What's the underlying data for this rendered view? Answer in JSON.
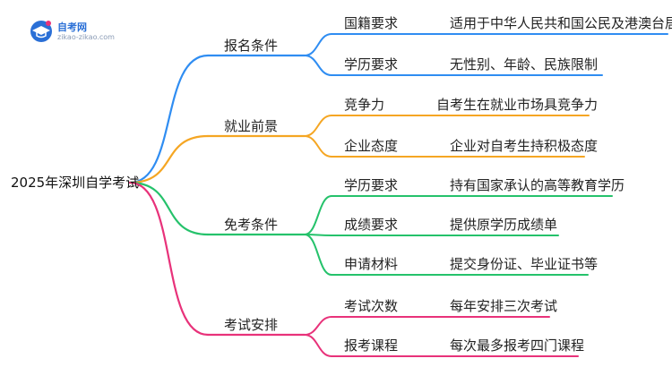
{
  "logo": {
    "name": "自考网",
    "url": "zikao-zikao.com"
  },
  "root": "2025年深圳自学考试",
  "colors": {
    "blue": "#2f8df2",
    "orange": "#f5a623",
    "green": "#25c26b",
    "pink": "#e8327a"
  },
  "branches": [
    {
      "label": "报名条件",
      "color": "blue",
      "children": [
        {
          "label": "国籍要求",
          "leaf": "适用于中华人民共和国公民及港澳台居民"
        },
        {
          "label": "学历要求",
          "leaf": "无性别、年龄、民族限制"
        }
      ]
    },
    {
      "label": "就业前景",
      "color": "orange",
      "children": [
        {
          "label": "竞争力",
          "leaf": "自考生在就业市场具竞争力"
        },
        {
          "label": "企业态度",
          "leaf": "企业对自考生持积极态度"
        }
      ]
    },
    {
      "label": "免考条件",
      "color": "green",
      "children": [
        {
          "label": "学历要求",
          "leaf": "持有国家承认的高等教育学历"
        },
        {
          "label": "成绩要求",
          "leaf": "提供原学历成绩单"
        },
        {
          "label": "申请材料",
          "leaf": "提交身份证、毕业证书等"
        }
      ]
    },
    {
      "label": "考试安排",
      "color": "pink",
      "children": [
        {
          "label": "考试次数",
          "leaf": "每年安排三次考试"
        },
        {
          "label": "报考课程",
          "leaf": "每次最多报考四门课程"
        }
      ]
    }
  ]
}
